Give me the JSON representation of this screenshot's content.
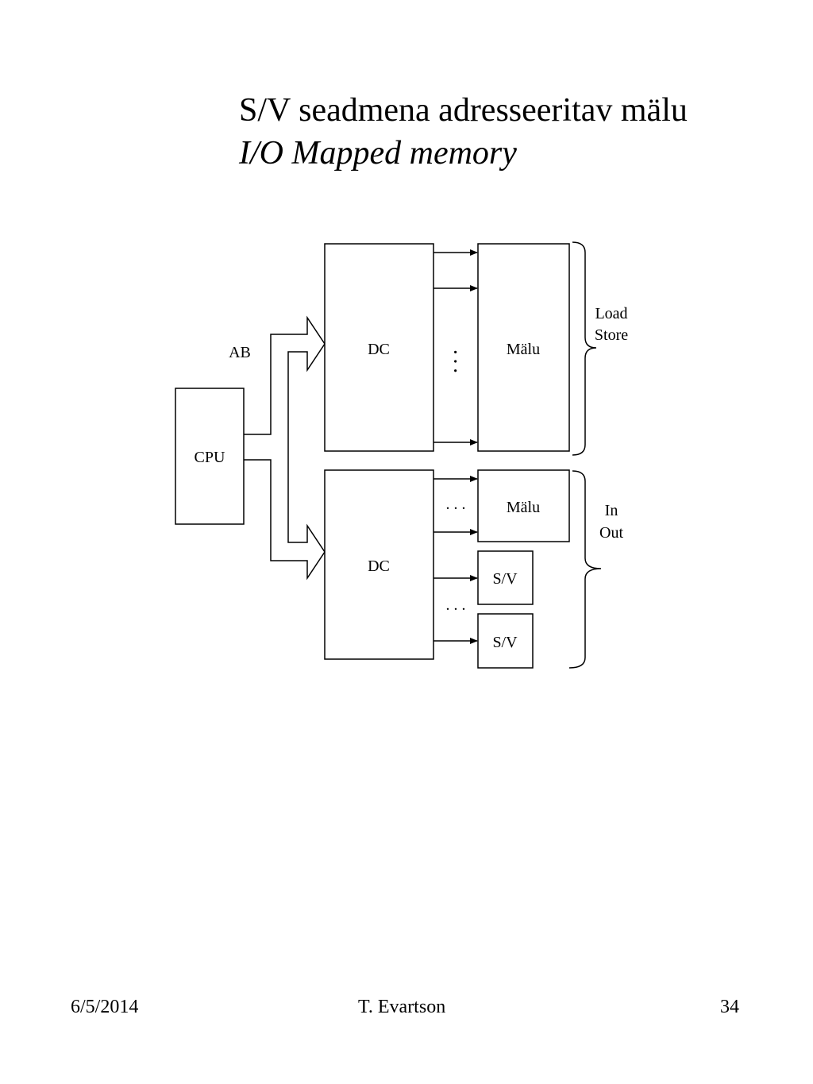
{
  "slide": {
    "title_et": "S/V seadmena adresseeritav mälu",
    "title_en": "I/O Mapped memory"
  },
  "diagram": {
    "cpu_label": "CPU",
    "bus_label": "AB",
    "decoder_top_label": "DC",
    "decoder_bottom_label": "DC",
    "memory_top_label": "Mälu",
    "memory_bottom_label": "Mälu",
    "io_device_1_label": "S/V",
    "io_device_2_label": "S/V",
    "group_top_line1": "Load",
    "group_top_line2": "Store",
    "group_bottom_line1": "In",
    "group_bottom_line2": "Out",
    "vertical_ellipsis": "·  ·  ·",
    "horizontal_ellipsis_1": ". . .",
    "horizontal_ellipsis_2": ". . ."
  },
  "footer": {
    "date": "6/5/2014",
    "author": "T. Evartson",
    "page_number": "34"
  }
}
